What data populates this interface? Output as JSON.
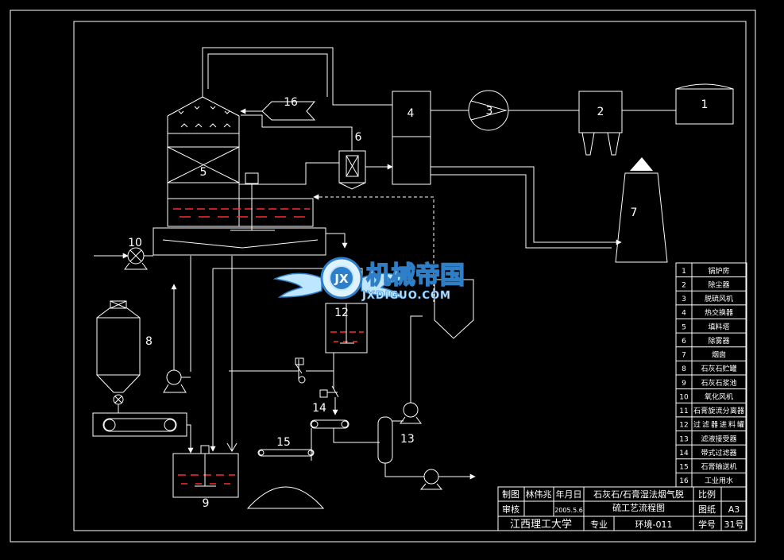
{
  "equipment": [
    {
      "no": "1",
      "name": "锅炉房"
    },
    {
      "no": "2",
      "name": "除尘器"
    },
    {
      "no": "3",
      "name": "脱硫风机"
    },
    {
      "no": "4",
      "name": "热交换器"
    },
    {
      "no": "5",
      "name": "填料塔"
    },
    {
      "no": "6",
      "name": "除雾器"
    },
    {
      "no": "7",
      "name": "烟囱"
    },
    {
      "no": "8",
      "name": "石灰石贮罐"
    },
    {
      "no": "9",
      "name": "石灰石浆池"
    },
    {
      "no": "10",
      "name": "氧化风机"
    },
    {
      "no": "11",
      "name": "石膏旋流分离器"
    },
    {
      "no": "12",
      "name": "过滤器进料罐"
    },
    {
      "no": "13",
      "name": "滤液接受器"
    },
    {
      "no": "14",
      "name": "带式过滤器"
    },
    {
      "no": "15",
      "name": "石膏输送机"
    },
    {
      "no": "16",
      "name": "工业用水"
    }
  ],
  "title_block": {
    "drawn_label": "制图",
    "drawn_by": "林伟兆",
    "date_label": "年月日",
    "title_line1": "石灰石/石膏湿法烟气脱",
    "title_line2": "硫工艺流程图",
    "scale_label": "比例",
    "review_label": "审核",
    "date_value": "2005.5.6",
    "sheet_label": "图纸",
    "sheet_value": "A3",
    "school": "江西理工大学",
    "major_label": "专业",
    "major_value": "环境-011",
    "student_no_label": "学号",
    "student_no_value": "31号"
  },
  "watermark": {
    "name": "机械帝国",
    "url": "JXDIGUO.COM",
    "emblem_text": "JX"
  },
  "colors": {
    "background": "#000000",
    "line": "#ffffff",
    "liquid": "#ff2a2a",
    "watermark_fill": "#bfe6ff",
    "watermark_edge": "#2f7fc8"
  }
}
